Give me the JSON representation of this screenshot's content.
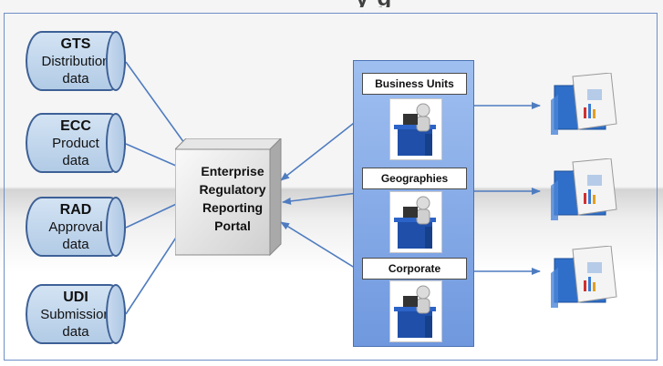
{
  "sources": [
    {
      "title": "GTS",
      "lines": [
        "Distribution",
        "data"
      ]
    },
    {
      "title": "ECC",
      "lines": [
        "Product",
        "data"
      ]
    },
    {
      "title": "RAD",
      "lines": [
        "Approval",
        "data"
      ]
    },
    {
      "title": "UDI",
      "lines": [
        "Submission",
        "data"
      ]
    }
  ],
  "portal": {
    "lines": [
      "Enterprise",
      "Regulatory",
      "Reporting",
      "Portal"
    ]
  },
  "units": [
    {
      "label": "Business Units"
    },
    {
      "label": "Geographies"
    },
    {
      "label": "Corporate"
    }
  ],
  "colors": {
    "arrow": "#4f7cc0",
    "panel": "#7fa6e4",
    "db_fill": "#c3d8ee",
    "db_border": "#3d6096"
  }
}
